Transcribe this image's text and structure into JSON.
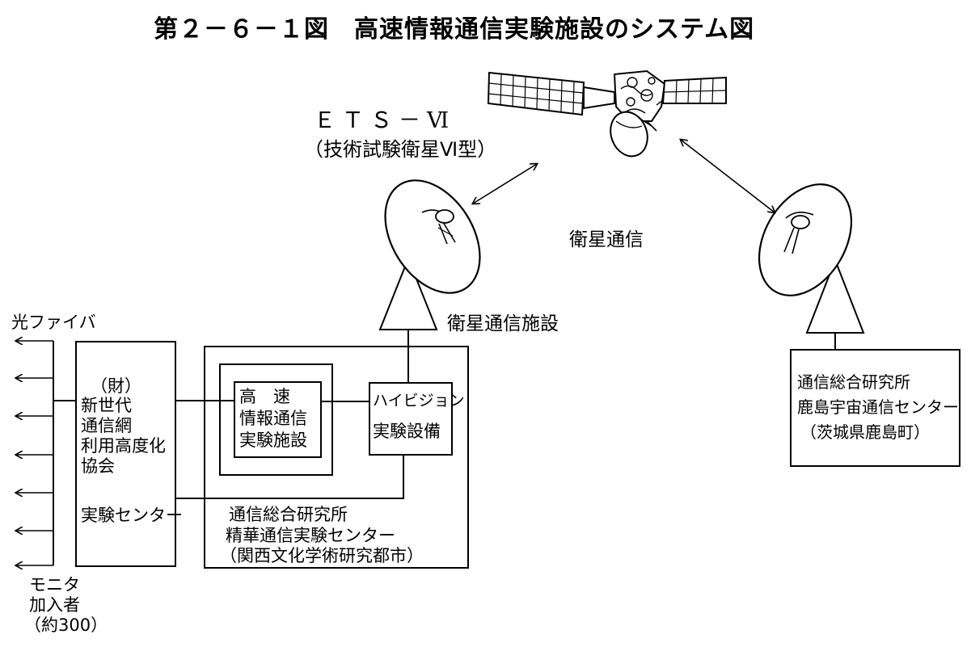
{
  "title": "第２－６－１図　高速情報通信実験施設のシステム図",
  "satellite": {
    "name": "ＥＴＳ－Ⅵ",
    "subtitle": "（技術試験衛星Ⅵ型）"
  },
  "link_label": "衛星通信",
  "ground_station_label": "衛星通信施設",
  "fiber_label": "光ファイバ",
  "subscribers": [
    "モニタ",
    "加入者",
    "（約300）"
  ],
  "association": [
    "（財）",
    "新世代",
    "通信網",
    "利用高度化",
    "協会",
    "",
    "実験センター"
  ],
  "high_speed_facility": [
    "高　速",
    "情報通信",
    "実験施設"
  ],
  "hivision": [
    "ハイビジョン",
    "実験設備"
  ],
  "seika_center": [
    "通信総合研究所",
    "精華通信実験センター",
    "（関西文化学術研究都市）"
  ],
  "kashima_center": [
    "通信総合研究所",
    "鹿島宇宙通信センター",
    "（茨城県鹿島町）"
  ],
  "icons": {
    "satellite": "satellite-icon",
    "dish": "parabolic-antenna-icon",
    "arrow": "double-arrow-icon"
  },
  "colors": {
    "ink": "#000000",
    "paper": "#ffffff"
  }
}
